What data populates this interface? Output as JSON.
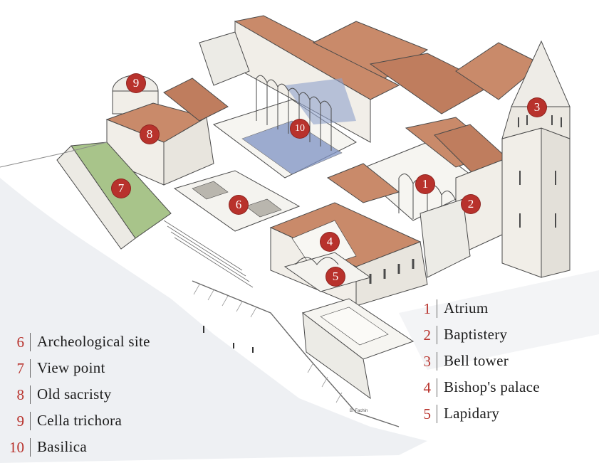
{
  "markers": [
    {
      "number": "1"
    },
    {
      "number": "2"
    },
    {
      "number": "3"
    },
    {
      "number": "4"
    },
    {
      "number": "5"
    },
    {
      "number": "6"
    },
    {
      "number": "7"
    },
    {
      "number": "8"
    },
    {
      "number": "9"
    },
    {
      "number": "10"
    }
  ],
  "legend_right": [
    {
      "number": "1",
      "label": "Atrium"
    },
    {
      "number": "2",
      "label": "Baptistery"
    },
    {
      "number": "3",
      "label": "Bell tower"
    },
    {
      "number": "4",
      "label": "Bishop's palace"
    },
    {
      "number": "5",
      "label": "Lapidary"
    }
  ],
  "legend_left": [
    {
      "number": "6",
      "label": "Archeological site"
    },
    {
      "number": "7",
      "label": "View point"
    },
    {
      "number": "8",
      "label": "Old sacristy"
    },
    {
      "number": "9",
      "label": "Cella trichora"
    },
    {
      "number": "10",
      "label": "Basilica"
    }
  ],
  "signature": "B. Fachin",
  "colors": {
    "marker": "#b8322c",
    "roof": "#c98a6a",
    "roof_dark": "#a8684c",
    "mosaic": "#7f93c4",
    "lawn": "#a8c48a",
    "stone": "#f1eee8",
    "line": "#4a4a4a"
  }
}
